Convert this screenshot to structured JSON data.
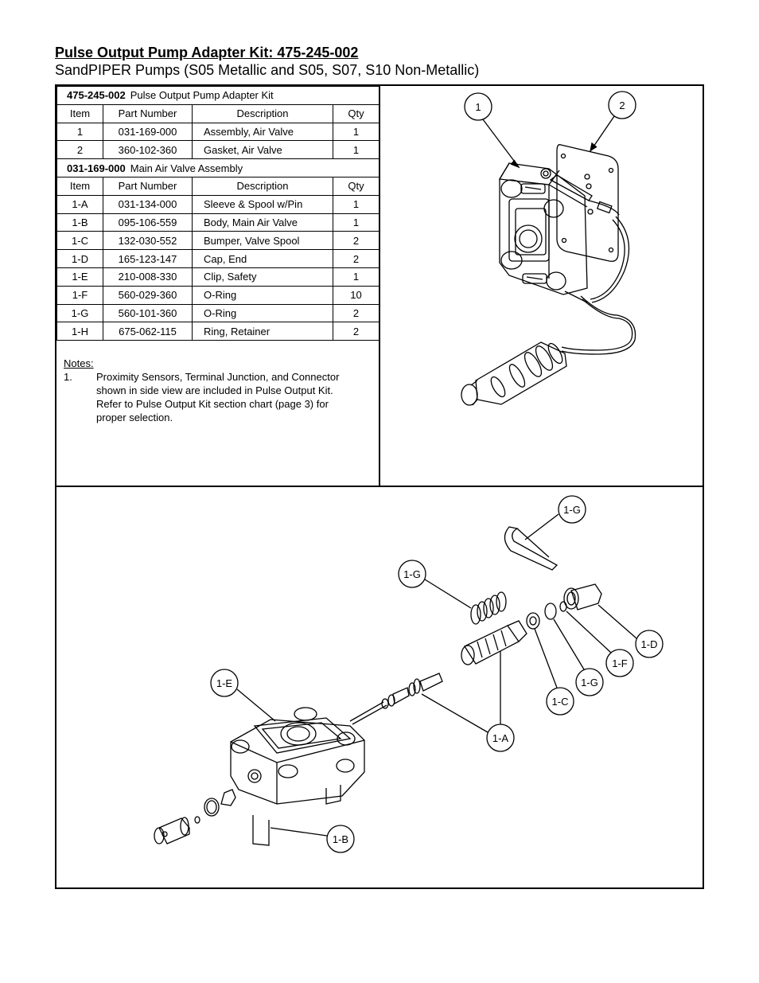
{
  "header": {
    "title": "Pulse Output Pump Adapter Kit: 475-245-002",
    "subtitle": "SandPIPER Pumps (S05 Metallic and S05, S07, S10 Non-Metallic)"
  },
  "kit_table": {
    "section1_part": "475-245-002",
    "section1_name": "Pulse Output Pump Adapter Kit",
    "columns": [
      "Item",
      "Part Number",
      "Description",
      "Qty"
    ],
    "rows": [
      [
        "1",
        "031-169-000",
        "Assembly, Air Valve",
        "1"
      ],
      [
        "2",
        "360-102-360",
        "Gasket, Air Valve",
        "1"
      ]
    ],
    "section2_part": "031-169-000",
    "section2_name": "Main Air Valve Assembly",
    "rows2": [
      [
        "1-A",
        "031-134-000",
        "Sleeve & Spool w/Pin",
        "1"
      ],
      [
        "1-B",
        "095-106-559",
        "Body, Main Air Valve",
        "1"
      ],
      [
        "1-C",
        "132-030-552",
        "Bumper, Valve Spool",
        "2"
      ],
      [
        "1-D",
        "165-123-147",
        "Cap, End",
        "2"
      ],
      [
        "1-E",
        "210-008-330",
        "Clip, Safety",
        "1"
      ],
      [
        "1-F",
        "560-029-360",
        "O-Ring",
        "10"
      ],
      [
        "1-G",
        "560-101-360",
        "O-Ring",
        "2"
      ],
      [
        "1-H",
        "675-062-115",
        "Ring, Retainer",
        "2"
      ]
    ]
  },
  "notes": {
    "heading": "Notes:",
    "items": [
      {
        "num": "1.",
        "lines": [
          "Proximity Sensors, Terminal Junction, and Connector",
          "shown in side view are included in Pulse Output Kit.",
          "Refer  to Pulse Output Kit section chart (page 3) for",
          "proper selection."
        ]
      }
    ]
  },
  "callouts_top": [
    "1",
    "2"
  ],
  "callouts_bottom": [
    "1-G",
    "1-G",
    "1-D",
    "1-F",
    "1-G",
    "1-C",
    "1-A",
    "1-E",
    "1-B"
  ]
}
